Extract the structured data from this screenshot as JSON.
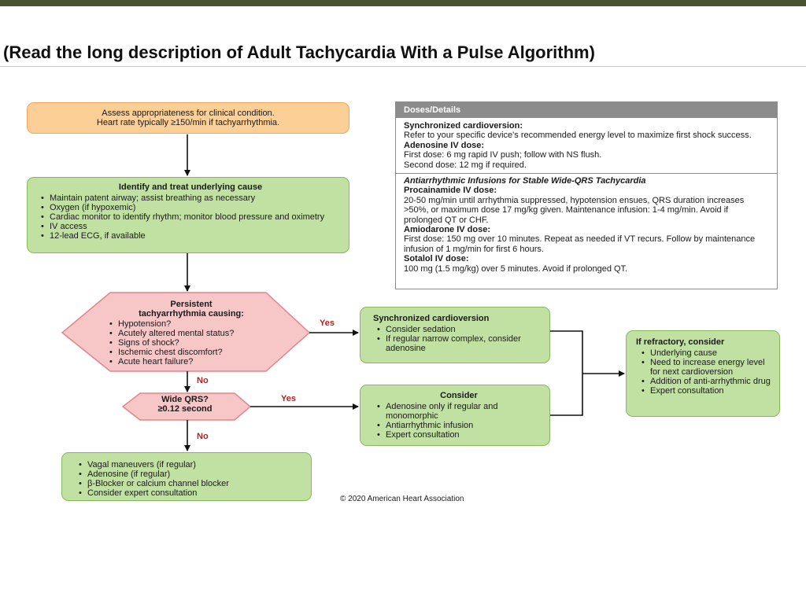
{
  "page_title": "(Read the long description of Adult Tachycardia With a Pulse Algorithm)",
  "assess": {
    "line1": "Assess appropriateness for clinical condition.",
    "line2": "Heart rate typically ≥150/min if tachyarrhythmia."
  },
  "identify": {
    "title": "Identify and treat underlying cause",
    "items": [
      "Maintain patent airway; assist breathing as necessary",
      "Oxygen (if hypoxemic)",
      "Cardiac monitor to identify rhythm; monitor blood pressure and oximetry",
      "IV access",
      "12-lead ECG, if available"
    ]
  },
  "persistent": {
    "title_line1": "Persistent",
    "title_line2": "tachyarrhythmia causing:",
    "items": [
      "Hypotension?",
      "Acutely altered mental status?",
      "Signs of shock?",
      "Ischemic chest discomfort?",
      "Acute heart failure?"
    ]
  },
  "wide_qrs": {
    "line1": "Wide QRS?",
    "line2": "≥0.12 second"
  },
  "labels": {
    "yes1": "Yes",
    "no1": "No",
    "yes2": "Yes",
    "no2": "No"
  },
  "cardioversion": {
    "title": "Synchronized cardioversion",
    "items": [
      "Consider sedation",
      "If regular narrow complex, consider adenosine"
    ]
  },
  "consider": {
    "title": "Consider",
    "items": [
      "Adenosine only if regular and monomorphic",
      "Antiarrhythmic infusion",
      "Expert consultation"
    ]
  },
  "refractory": {
    "title": "If refractory, consider",
    "items": [
      "Underlying cause",
      "Need to increase energy level for next cardioversion",
      "Addition of anti-arrhythmic drug",
      "Expert consultation"
    ]
  },
  "vagal": {
    "items": [
      "Vagal maneuvers (if regular)",
      "Adenosine (if regular)",
      "β-Blocker or calcium channel blocker",
      "Consider expert consultation"
    ]
  },
  "doses": {
    "header": "Doses/Details",
    "sync_title": "Synchronized cardioversion:",
    "sync_text": "Refer to your specific device's recommended energy level to maximize first shock success.",
    "adenosine_title": "Adenosine IV dose:",
    "adenosine_line1": "First dose: 6 mg rapid IV push; follow with NS flush.",
    "adenosine_line2": "Second dose: 12 mg if required.",
    "infusions_title": "Antiarrhythmic Infusions for Stable Wide-QRS Tachycardia",
    "procainamide_title": "Procainamide IV dose:",
    "procainamide_text": "20-50 mg/min until arrhythmia suppressed, hypotension ensues, QRS duration increases >50%, or maximum dose 17 mg/kg given. Maintenance infusion: 1-4 mg/min. Avoid if prolonged QT or CHF.",
    "amiodarone_title": "Amiodarone IV dose:",
    "amiodarone_text": "First dose: 150 mg over 10 minutes. Repeat as needed if VT recurs. Follow by maintenance infusion of 1 mg/min for first 6 hours.",
    "sotalol_title": "Sotalol IV dose:",
    "sotalol_text": "100 mg (1.5 mg/kg) over 5 minutes. Avoid if prolonged QT."
  },
  "copyright": "© 2020 American Heart Association",
  "colors": {
    "orange_fill": "#fbcf95",
    "green_fill": "#c1e1a3",
    "pink_fill": "#f7c6c7",
    "yes_no_label": "#b32121",
    "doses_header": "#8c8c8c"
  }
}
